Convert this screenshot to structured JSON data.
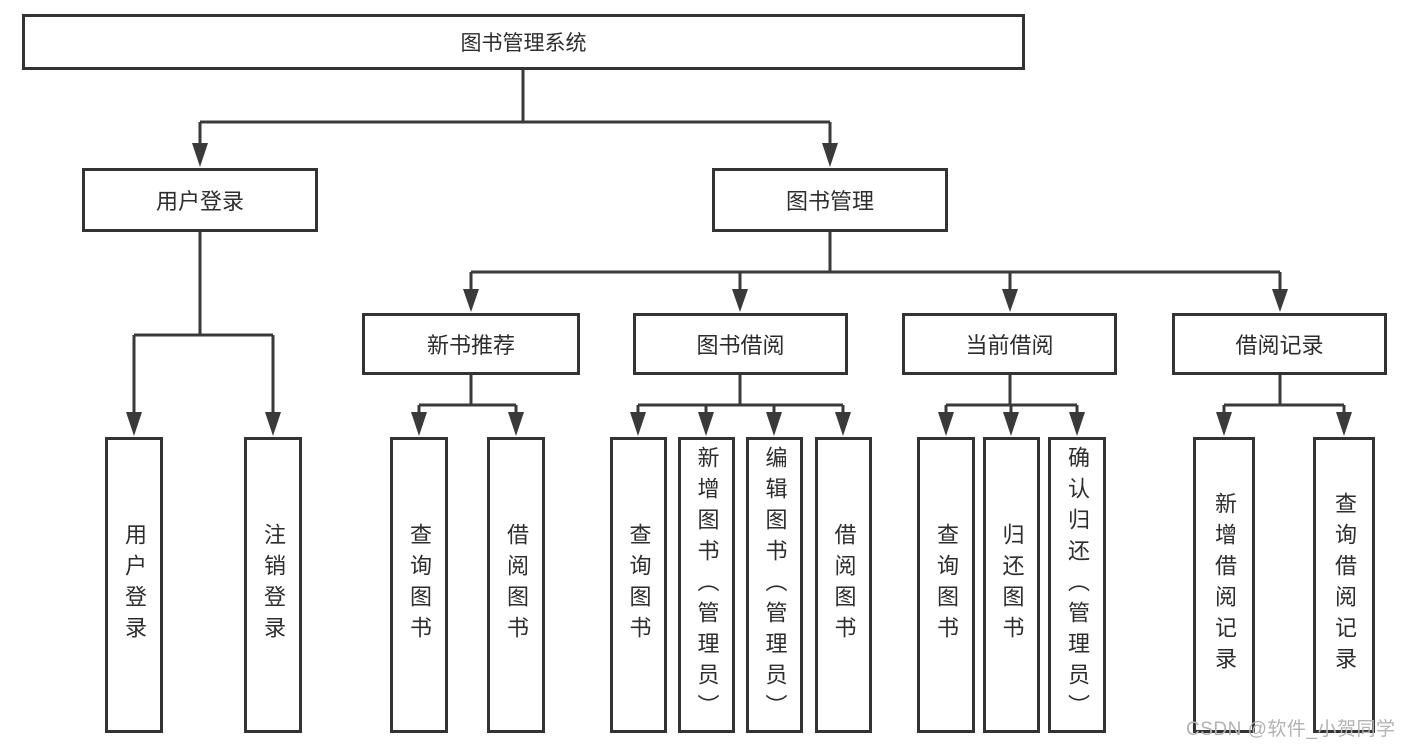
{
  "tree": {
    "label": "图书管理系统",
    "children": [
      {
        "label": "用户登录",
        "children": [
          {
            "label": "用户登录"
          },
          {
            "label": "注销登录"
          }
        ]
      },
      {
        "label": "图书管理",
        "children": [
          {
            "label": "新书推荐",
            "children": [
              {
                "label": "查询图书"
              },
              {
                "label": "借阅图书"
              }
            ]
          },
          {
            "label": "图书借阅",
            "children": [
              {
                "label": "查询图书"
              },
              {
                "label": "新增图书（管理员）"
              },
              {
                "label": "编辑图书（管理员）"
              },
              {
                "label": "借阅图书"
              }
            ]
          },
          {
            "label": "当前借阅",
            "children": [
              {
                "label": "查询图书"
              },
              {
                "label": "归还图书"
              },
              {
                "label": "确认归还（管理员）"
              }
            ]
          },
          {
            "label": "借阅记录",
            "children": [
              {
                "label": "新增借阅记录"
              },
              {
                "label": "查询借阅记录"
              }
            ]
          }
        ]
      }
    ]
  },
  "watermark": {
    "text": "CSDN @软件_小贺同学"
  },
  "colors": {
    "line": "#3a3a3a",
    "box_border": "#333333",
    "text": "#2d2d2d",
    "background": "#ffffff",
    "watermark": "#b3b3b3"
  }
}
